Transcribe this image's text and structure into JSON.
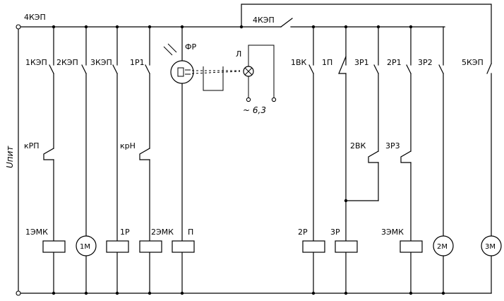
{
  "diagram": {
    "supply": {
      "label": "Uпит",
      "top_label": "4КЭП",
      "main_contact": "4КЭП"
    },
    "contacts": {
      "c1": "1КЭП",
      "c2": "2КЭП",
      "c3": "3КЭП",
      "c4": "1Р1",
      "c5": "1ВК",
      "c6": "1П",
      "c7": "3Р1",
      "c8": "2Р1",
      "c9": "3Р2",
      "c10": "5КЭП",
      "k1": "кРП",
      "k2": "крН",
      "k3": "2ВК",
      "k4": "3Р3"
    },
    "coils": {
      "c1": "1ЭМК",
      "c2": "1Р",
      "c3": "2ЭМК",
      "c4": "П",
      "c5": "2Р",
      "c6": "3Р",
      "c7": "3ЭМК"
    },
    "motors": {
      "m1": "1М",
      "m2": "2М",
      "m3": "3М"
    },
    "sensor": {
      "photo": "ФР",
      "lamp": "Л",
      "lamp_supply": "~ 6,3"
    }
  }
}
